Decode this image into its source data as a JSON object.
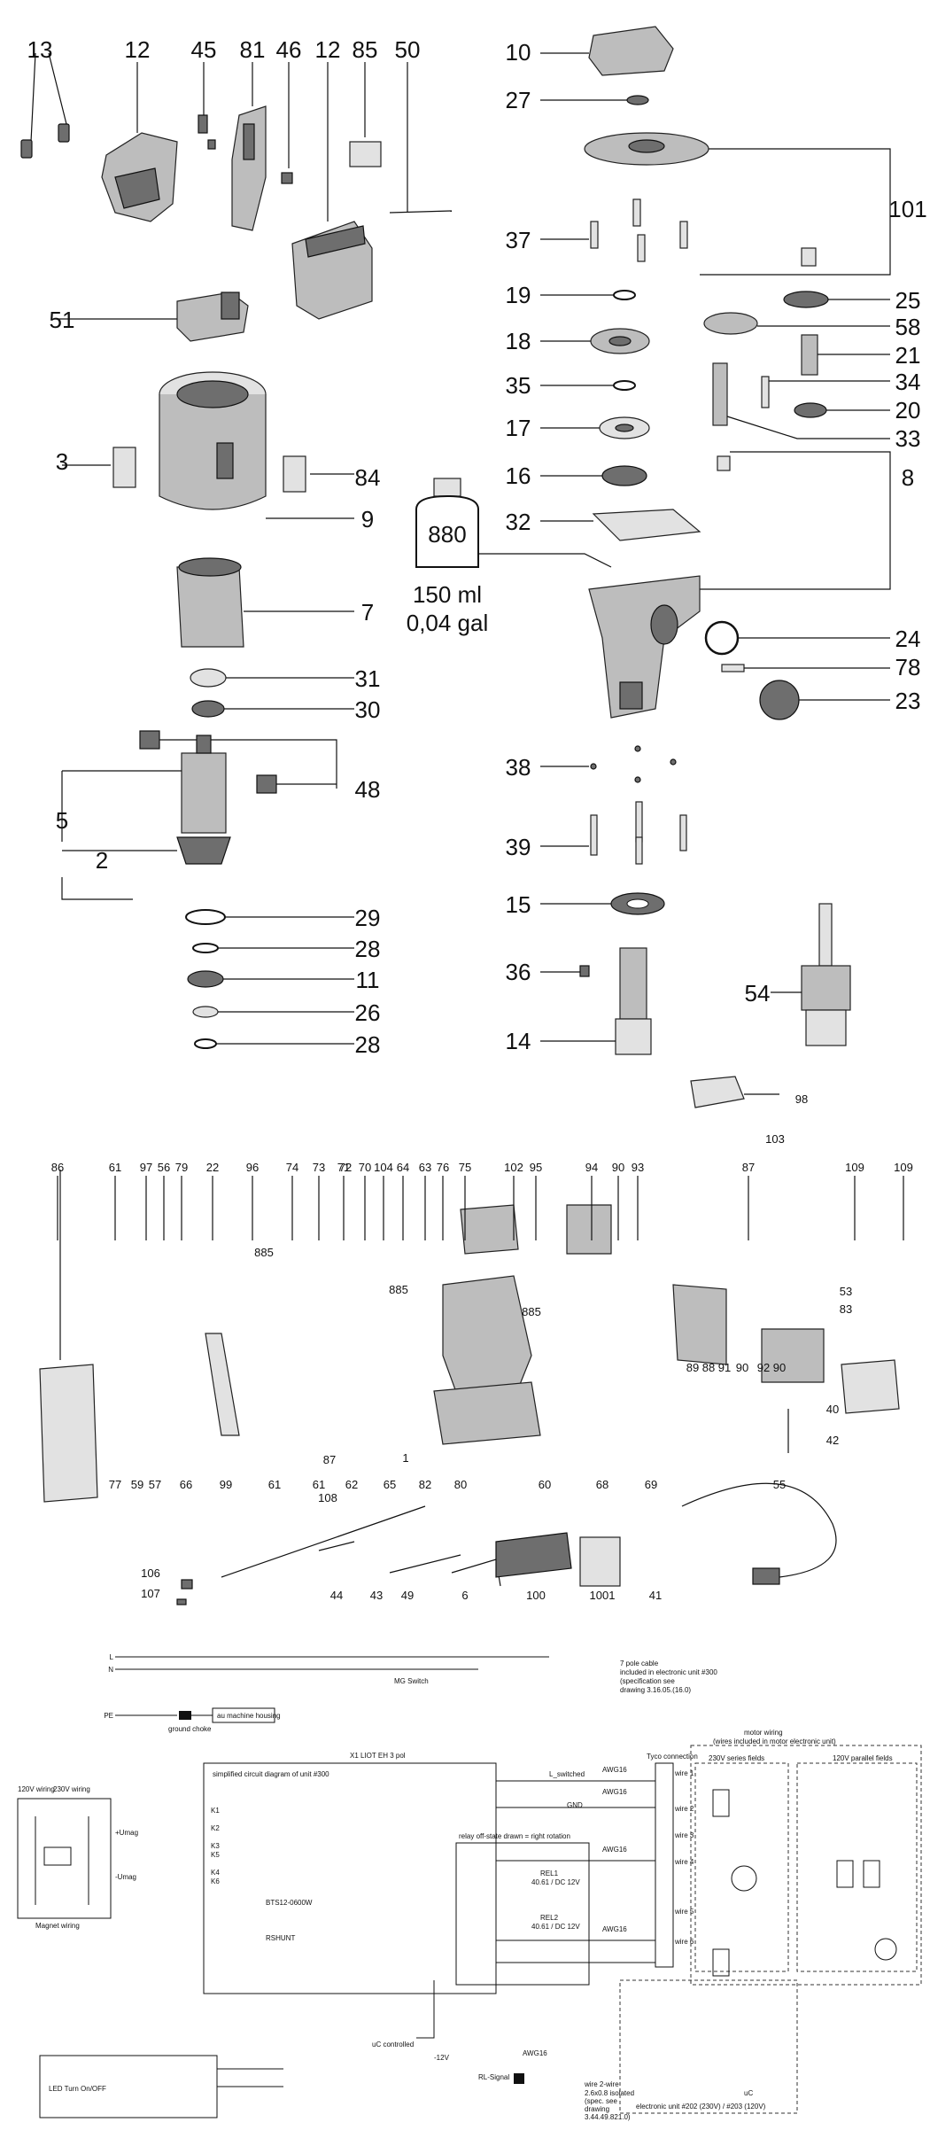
{
  "top_diagram": {
    "labels": [
      "13",
      "12",
      "45",
      "81",
      "46",
      "12",
      "85",
      "50",
      "51",
      "3",
      "84",
      "9",
      "7",
      "31",
      "30",
      "48",
      "5",
      "2",
      "29",
      "28",
      "11",
      "26",
      "28",
      "10",
      "27",
      "101",
      "37",
      "25",
      "19",
      "58",
      "18",
      "21",
      "35",
      "34",
      "17",
      "20",
      "33",
      "16",
      "8",
      "32",
      "24",
      "78",
      "23",
      "38",
      "39",
      "15",
      "36",
      "54",
      "14"
    ],
    "bottle_number": "880",
    "bottle_volume_ml": "150 ml",
    "bottle_volume_gal": "0,04 gal"
  },
  "bottom_diagram": {
    "labels_top_row": [
      "86",
      "61",
      "97",
      "56",
      "79",
      "22",
      "96",
      "74",
      "73",
      "71",
      "70",
      "104",
      "64",
      "63",
      "76",
      "75",
      "102",
      "95",
      "94",
      "90",
      "93",
      "87",
      "109",
      "109"
    ],
    "labels_other": [
      "98",
      "103",
      "885",
      "885",
      "885",
      "53",
      "83",
      "42",
      "40",
      "55",
      "72",
      "89",
      "88",
      "91",
      "90",
      "92",
      "90",
      "77",
      "59",
      "57",
      "66",
      "99",
      "61",
      "61",
      "87",
      "62",
      "65",
      "82",
      "80",
      "1",
      "60",
      "68",
      "69",
      "108",
      "106",
      "107",
      "44",
      "43",
      "49",
      "6",
      "100",
      "1001",
      "41"
    ]
  },
  "circuit": {
    "title": "simplified circuit diagram of unit #300",
    "magnet_wiring": "Magnet wiring",
    "motor_wiring": "motor wiring",
    "motor_wiring_sub": "(wires included in motor electronic unit)",
    "series_fields": "230V series fields",
    "parallel_fields": "120V parallel fields",
    "cable_note": [
      "7 pole cable",
      "included in electronic unit #300",
      "(specification see",
      "drawing 3.16.05.(16.0)"
    ],
    "ground_choke": "ground choke",
    "housing": "au machine housing",
    "mg_switch": "MG Switch",
    "pe": "PE",
    "l": "L",
    "n": "N",
    "wiring_120v": "120V wiring",
    "wiring_230v": "230V wiring",
    "relay_note": "relay off-state drawn = right rotation",
    "rel1": "REL1",
    "rel1_spec": "40.61 / DC 12V",
    "rel2": "REL2",
    "rel2_spec": "40.61 / DC 12V",
    "triac": "BTS12-0600W",
    "shunt": "RSHUNT",
    "uc_controlled": "uC controlled",
    "minus12": "-12V",
    "led": "LED Turn On/OFF",
    "rl_signal": "RL-Signal",
    "wire2": "wire 2-wire",
    "wire_note": [
      "2.6x0.8 isolated",
      "(spec. see",
      "drawing",
      "3.44.49.821.0)"
    ],
    "electronic_unit": "electronic unit #202 (230V) / #203 (120V)",
    "l_switched": "L_switched",
    "gnd": "GND",
    "tyco": "Tyco connection",
    "umag_plus": "+Umag",
    "umag_minus": "-Umag",
    "x1": "X1 LIOT EH 3 pol",
    "awg_labels": [
      "AWG16",
      "AWG16",
      "AWG16",
      "AWG16",
      "AWG16"
    ],
    "wire_labels": [
      "wire 1",
      "wire 2",
      "wire 3",
      "wire 4",
      "wire 5",
      "wire 6"
    ],
    "k_labels": [
      "K1",
      "K2",
      "K3",
      "K4",
      "K5",
      "K6"
    ],
    "uc": "uC"
  }
}
